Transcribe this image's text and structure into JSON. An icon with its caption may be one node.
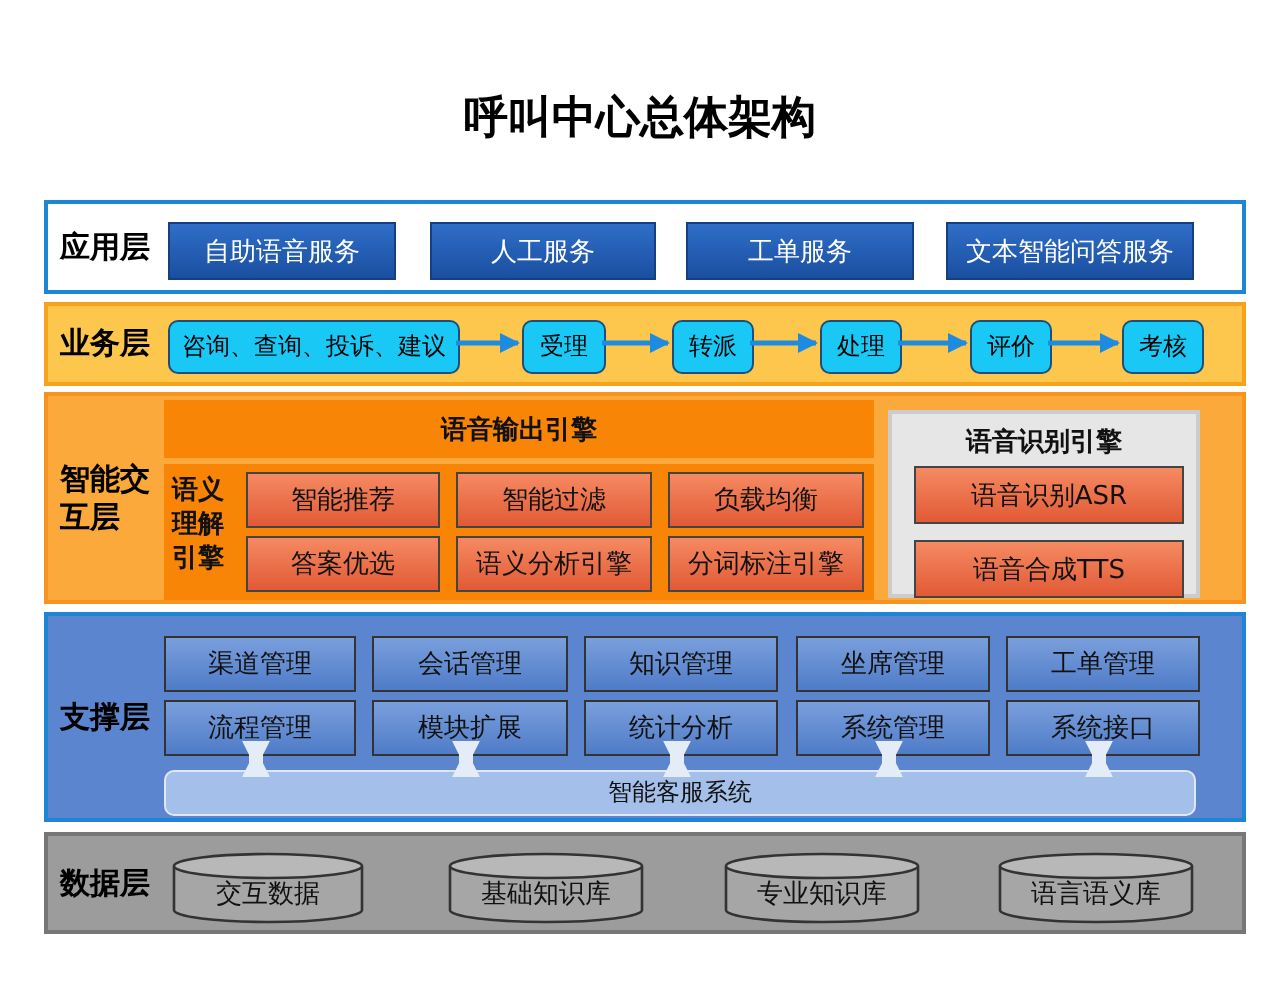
{
  "diagram": {
    "title": "呼叫中心总体架构",
    "nodes": [
      {
        "text": [
          "应用层"
        ]
      },
      {
        "text": [
          "自助语音服务"
        ],
        "in": 0
      },
      {
        "text": [
          "人工服务"
        ],
        "in": 0
      },
      {
        "text": [
          "工单服务"
        ],
        "in": 0
      },
      {
        "text": [
          "文本智能问答服务"
        ],
        "in": 0
      },
      {
        "text": [
          "业务层"
        ]
      },
      {
        "text": [
          "咨询、查询、投诉、建议"
        ],
        "in": 5
      },
      {
        "text": [
          "受理"
        ],
        "in": 5
      },
      {
        "text": [
          "转派"
        ],
        "in": 5
      },
      {
        "text": [
          "处理"
        ],
        "in": 5
      },
      {
        "text": [
          "评价"
        ],
        "in": 5
      },
      {
        "text": [
          "考核"
        ],
        "in": 5
      },
      {
        "text": [
          "智能交互层"
        ]
      },
      {
        "text": [
          "语音输出引擎"
        ],
        "in": 12
      },
      {
        "text": [
          "语义理解引擎"
        ],
        "in": 12
      },
      {
        "text": [
          "智能推荐"
        ],
        "in": 14
      },
      {
        "text": [
          "智能过滤"
        ],
        "in": 14
      },
      {
        "text": [
          "负载均衡"
        ],
        "in": 14
      },
      {
        "text": [
          "答案优选"
        ],
        "in": 14
      },
      {
        "text": [
          "语义分析引擎"
        ],
        "in": 14
      },
      {
        "text": [
          "分词标注引擎"
        ],
        "in": 14
      },
      {
        "text": [
          "语音识别引擎"
        ],
        "in": 12
      },
      {
        "text": [
          "语音识别ASR"
        ],
        "in": 21
      },
      {
        "text": [
          "语音合成TTS"
        ],
        "in": 21
      },
      {
        "text": [
          "支撑层"
        ]
      },
      {
        "text": [
          "渠道管理"
        ],
        "in": 24
      },
      {
        "text": [
          "会话管理"
        ],
        "in": 24
      },
      {
        "text": [
          "知识管理"
        ],
        "in": 24
      },
      {
        "text": [
          "坐席管理"
        ],
        "in": 24
      },
      {
        "text": [
          "工单管理"
        ],
        "in": 24
      },
      {
        "text": [
          "流程管理"
        ],
        "in": 24
      },
      {
        "text": [
          "模块扩展"
        ],
        "in": 24
      },
      {
        "text": [
          "统计分析"
        ],
        "in": 24
      },
      {
        "text": [
          "系统管理"
        ],
        "in": 24
      },
      {
        "text": [
          "系统接口"
        ],
        "in": 24
      },
      {
        "text": [
          "智能客服系统"
        ],
        "in": 24
      },
      {
        "text": [
          "数据层"
        ]
      },
      {
        "text": [
          "交互数据"
        ],
        "in": 36
      },
      {
        "text": [
          "基础知识库"
        ],
        "in": 36
      },
      {
        "text": [
          "专业知识库"
        ],
        "in": 36
      },
      {
        "text": [
          "语言语义库"
        ],
        "in": 36
      }
    ],
    "edges": [
      {
        "from": 6,
        "to": 7,
        "arrow": "to"
      },
      {
        "from": 7,
        "to": 8,
        "arrow": "to"
      },
      {
        "from": 8,
        "to": 9,
        "arrow": "to"
      },
      {
        "from": 9,
        "to": 10,
        "arrow": "to"
      },
      {
        "from": 10,
        "to": 11,
        "arrow": "to"
      },
      {
        "from": 30,
        "to": 35,
        "arrow": "both",
        "style": "thick",
        "color": "#e4ecf8"
      },
      {
        "from": 31,
        "to": 35,
        "arrow": "both",
        "style": "thick",
        "color": "#e4ecf8"
      },
      {
        "from": 32,
        "to": 35,
        "arrow": "both",
        "style": "thick",
        "color": "#e4ecf8"
      },
      {
        "from": 33,
        "to": 35,
        "arrow": "both",
        "style": "thick",
        "color": "#e4ecf8"
      },
      {
        "from": 34,
        "to": 35,
        "arrow": "both",
        "style": "thick",
        "color": "#e4ecf8"
      }
    ]
  }
}
